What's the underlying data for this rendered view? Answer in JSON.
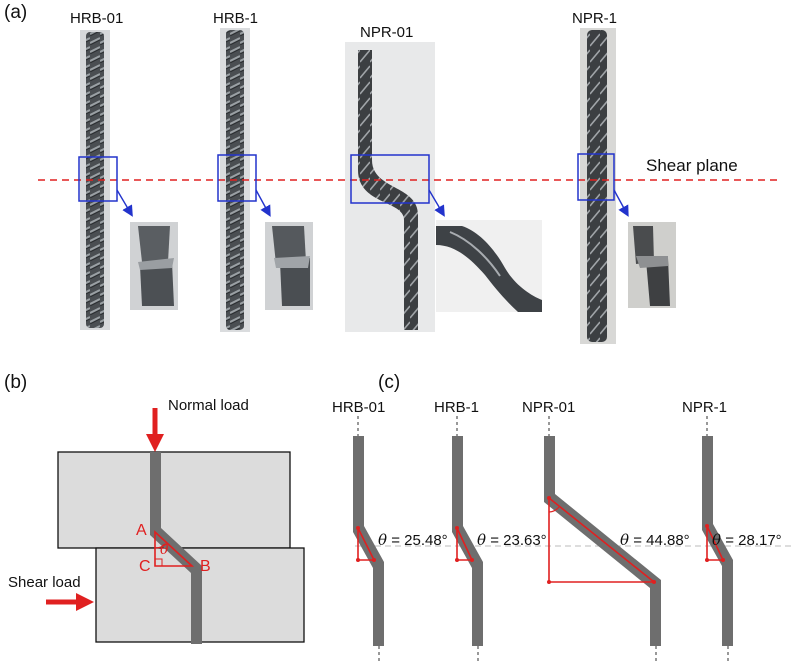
{
  "panels": {
    "a": {
      "label": "(a)"
    },
    "b": {
      "label": "(b)"
    },
    "c": {
      "label": "(c)"
    }
  },
  "specimens_a": [
    "HRB-01",
    "HRB-1",
    "NPR-01",
    "NPR-1"
  ],
  "shear_plane_label": "Shear plane",
  "panel_b": {
    "normal_load": "Normal load",
    "shear_load": "Shear load",
    "point_a": "A",
    "point_b": "B",
    "point_c": "C",
    "theta_symbol": "θ"
  },
  "panel_c": {
    "specimens": [
      "HRB-01",
      "HRB-1",
      "NPR-01",
      "NPR-1"
    ],
    "theta_symbol": "θ",
    "angles": [
      "= 25.48°",
      "= 23.63°",
      "= 44.88°",
      "= 28.17°"
    ]
  },
  "colors": {
    "red": "#e02020",
    "blue": "#2233cc",
    "bar": "#6e6e6e",
    "block": "#dcdcdc"
  }
}
